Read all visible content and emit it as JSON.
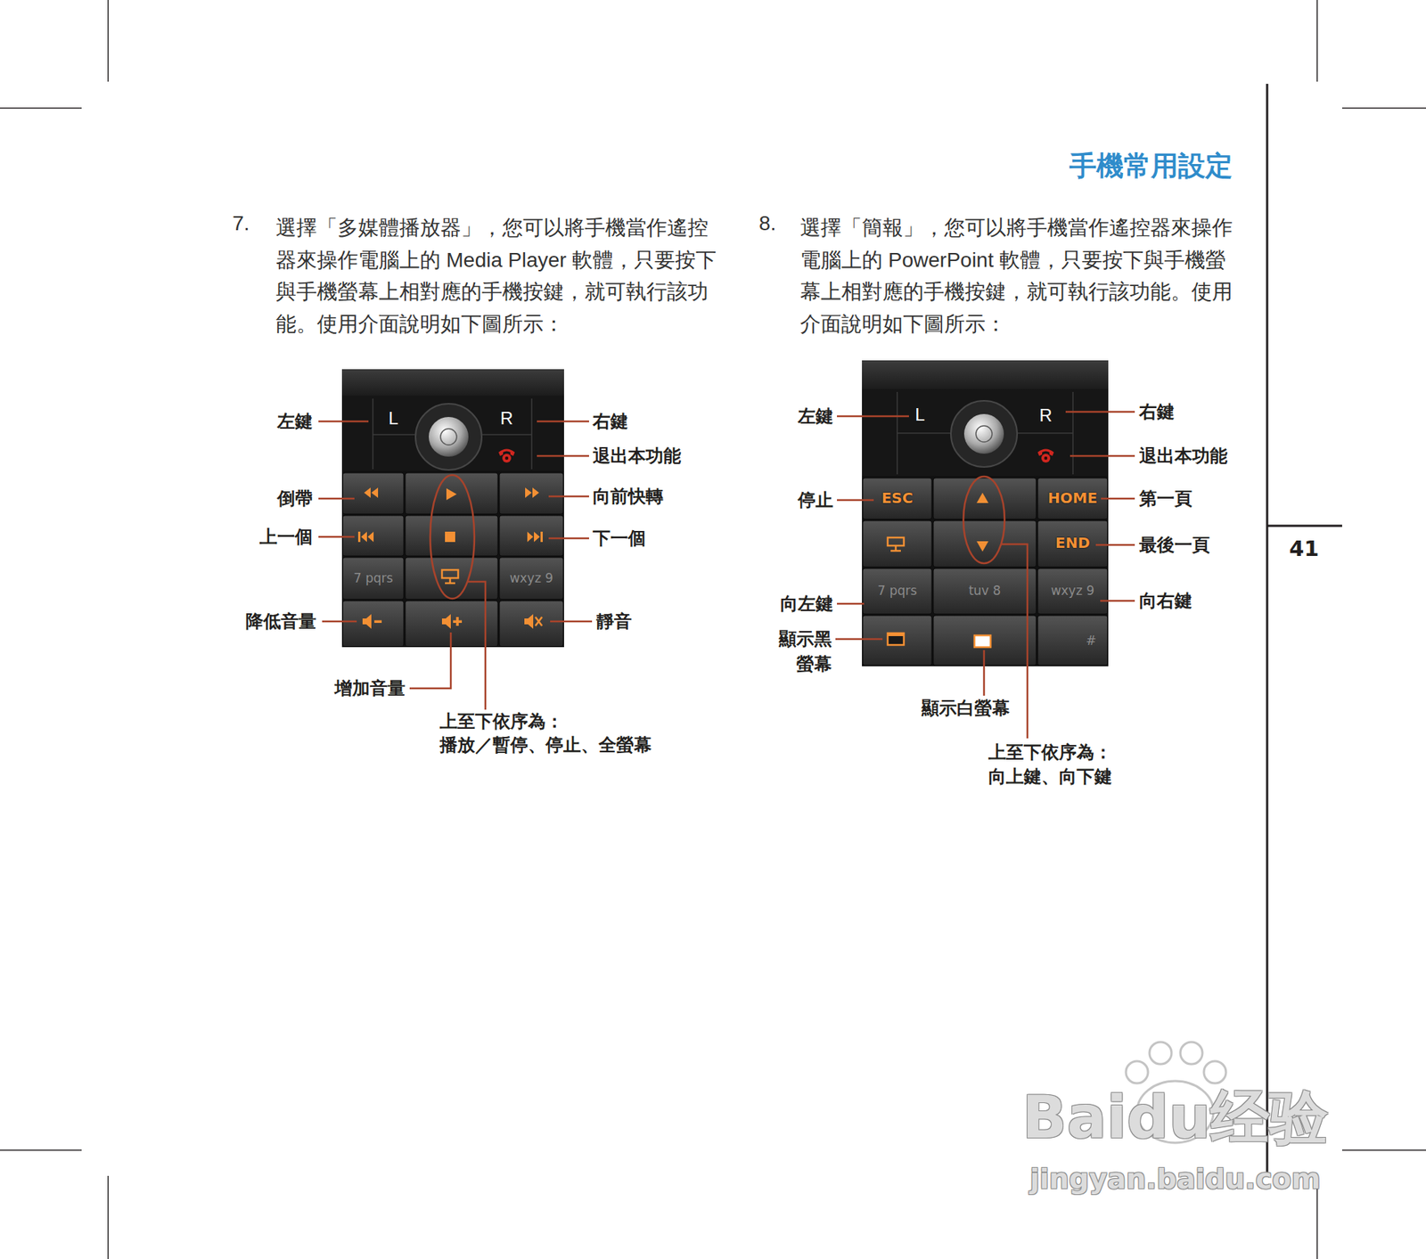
{
  "diagram": {
    "title": "手機常用設定",
    "nodes": [
      {
        "text": [
          "L"
        ]
      },
      {
        "text": [
          "R"
        ]
      },
      {
        "text": [
          "7 pqrs"
        ]
      },
      {
        "text": [
          "wxyz 9"
        ]
      },
      {
        "text": [
          "L"
        ]
      },
      {
        "text": [
          "R"
        ]
      },
      {
        "text": [
          "ESC"
        ]
      },
      {
        "text": [
          "HOME"
        ]
      },
      {
        "text": [
          "END"
        ]
      },
      {
        "text": [
          "7 pqrs"
        ]
      },
      {
        "text": [
          "tuv 8"
        ]
      },
      {
        "text": [
          "wxyz 9"
        ]
      },
      {
        "text": [
          "#"
        ]
      }
    ],
    "labels": [
      "7.",
      "選擇「多媒體播放器」，您可以將手機當作遙控器來操作電腦上的 Media Player 軟體，只要按下與手機螢幕上相對應的手機按鍵，就可執行該功能。使用介面說明如下圖所示：",
      "8.",
      "選擇「簡報」，您可以將手機當作遙控器來操作電腦上的 PowerPoint 軟體，只要按下與手機螢幕上相對應的手機按鍵，就可執行該功能。使用介面說明如下圖所示：",
      "左鍵",
      "右鍵",
      "退出本功能",
      "倒帶",
      "向前快轉",
      "上一個",
      "下一個",
      "降低音量",
      "靜音",
      "增加音量",
      "上至下依序為：",
      "播放／暫停、停止、全螢幕",
      "左鍵",
      "右鍵",
      "退出本功能",
      "停止",
      "第一頁",
      "最後一頁",
      "向左鍵",
      "向右鍵",
      "顯示黑",
      "螢幕",
      "顯示白螢幕",
      "上至下依序為：",
      "向上鍵、向下鍵",
      "41",
      "Baidu经验",
      "jingyan.baidu.com"
    ]
  }
}
